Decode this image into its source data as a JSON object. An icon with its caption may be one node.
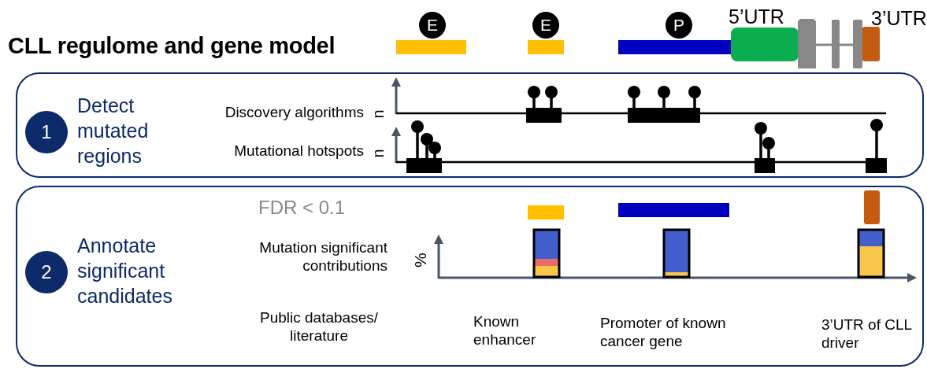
{
  "diagram": {
    "title": "CLL regulome and gene model",
    "nodes": [
      {
        "text": [
          "Detect mutated regions"
        ]
      },
      {
        "text": [
          "1"
        ],
        "in": 0
      },
      {
        "text": [
          "Annotate significant candidates"
        ]
      },
      {
        "text": [
          "2"
        ],
        "in": 2
      },
      {
        "text": [
          "E"
        ]
      },
      {
        "text": [
          "E"
        ]
      },
      {
        "text": [
          "P"
        ]
      }
    ],
    "labels": [
      "5’UTR",
      "3’UTR",
      "Discovery algorithms",
      "n",
      "Mutational hotspots",
      "n",
      "FDR < 0.1",
      "Mutation significant contributions",
      "%",
      "Public databases/ literature",
      "Known enhancer",
      "Promoter of known cancer gene",
      "3’UTR of CLL driver"
    ]
  }
}
